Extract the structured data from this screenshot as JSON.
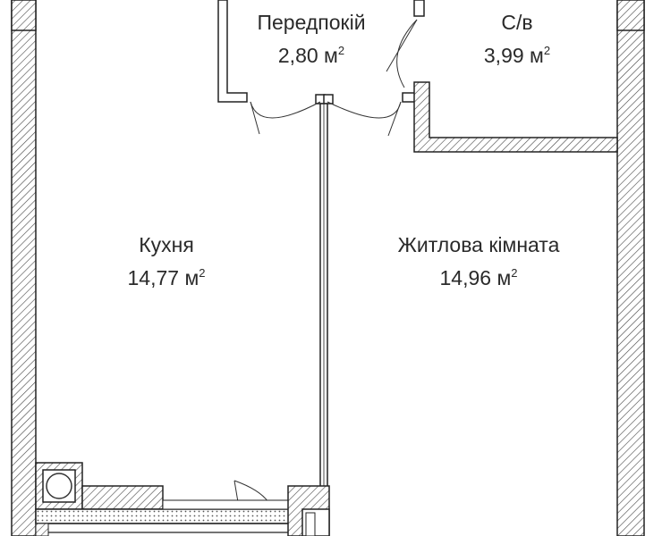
{
  "rooms": [
    {
      "name": "Передпокій",
      "area": "2,80",
      "unit": "м",
      "unit_power": "2"
    },
    {
      "name": "С/в",
      "area": "3,99",
      "unit": "м",
      "unit_power": "2"
    },
    {
      "name": "Кухня",
      "area": "14,77",
      "unit": "м",
      "unit_power": "2"
    },
    {
      "name": "Житлова кімната",
      "area": "14,96",
      "unit": "м",
      "unit_power": "2"
    }
  ],
  "colors": {
    "wall_stroke": "#222222",
    "hatch": "#444444",
    "text": "#2a2a2a",
    "background": "#ffffff"
  }
}
